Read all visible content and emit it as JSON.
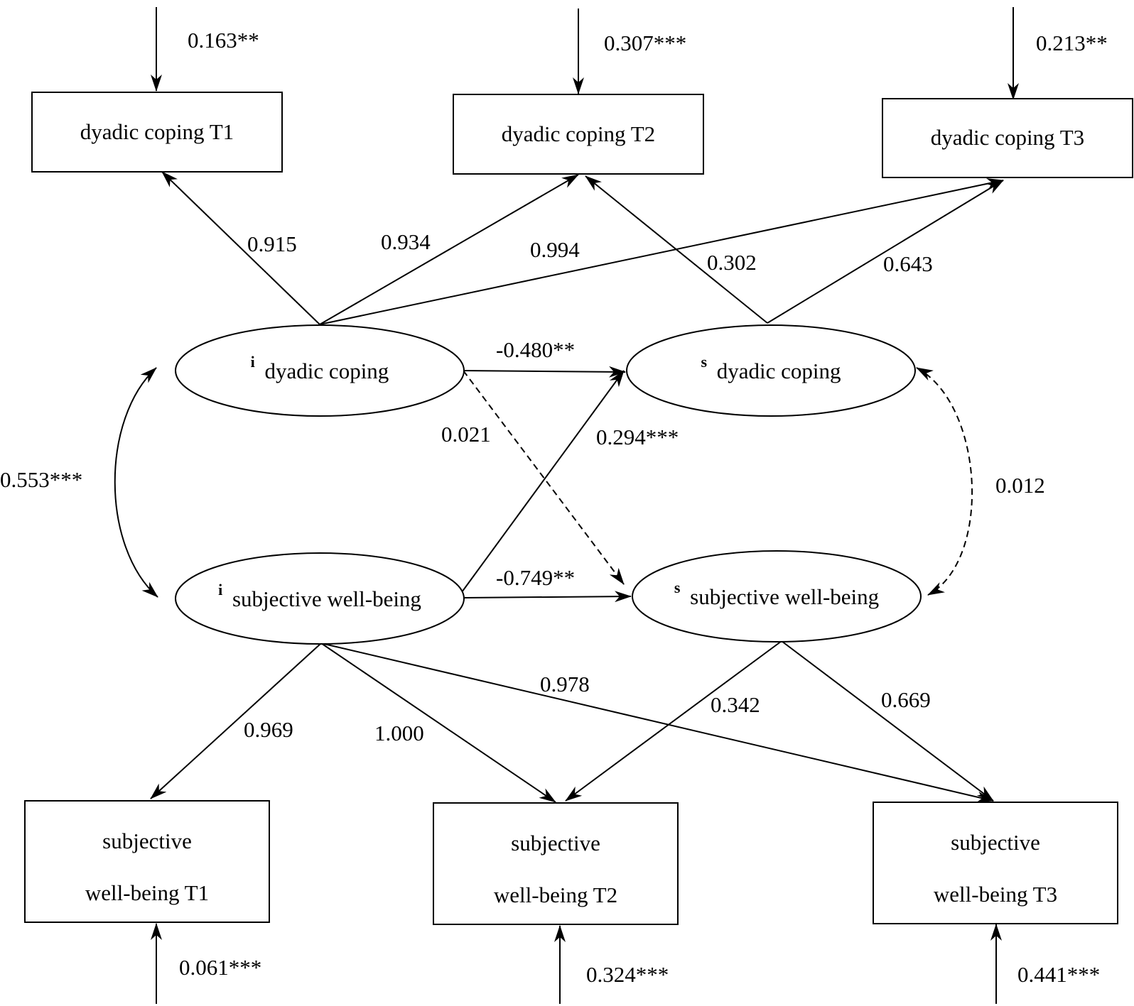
{
  "diagram": {
    "observed": {
      "dc_t1": "dyadic coping T1",
      "dc_t2": "dyadic coping T2",
      "dc_t3": "dyadic coping T3",
      "swb_t1": [
        "subjective",
        "well-being T1"
      ],
      "swb_t2": [
        "subjective",
        "well-being T2"
      ],
      "swb_t3": [
        "subjective",
        "well-being T3"
      ]
    },
    "latent": {
      "i_dc": {
        "sup": "i",
        "label": "dyadic coping"
      },
      "s_dc": {
        "sup": "s",
        "label": "dyadic coping"
      },
      "i_swb": {
        "sup": "i",
        "label": "subjective well-being"
      },
      "s_swb": {
        "sup": "s",
        "label": "subjective well-being"
      }
    },
    "residuals": {
      "dc_t1": "0.163**",
      "dc_t2": "0.307***",
      "dc_t3": "0.213**",
      "swb_t1": "0.061***",
      "swb_t2": "0.324***",
      "swb_t3": "0.441***"
    },
    "loadings": {
      "i_dc_t1": "0.915",
      "i_dc_t2": "0.934",
      "i_dc_t3": "0.994",
      "s_dc_t2": "0.302",
      "s_dc_t3": "0.643",
      "i_swb_t1": "0.969",
      "i_swb_t2": "1.000",
      "i_swb_t3": "0.978",
      "s_swb_t2": "0.342",
      "s_swb_t3": "0.669"
    },
    "structural": {
      "idc_to_sdc": "-0.480**",
      "idc_to_sswb": "0.021",
      "iswb_to_sdc": "0.294***",
      "iswb_to_sswb": "-0.749**",
      "cov_intercepts": "0.553***",
      "cov_slopes": "0.012"
    }
  }
}
